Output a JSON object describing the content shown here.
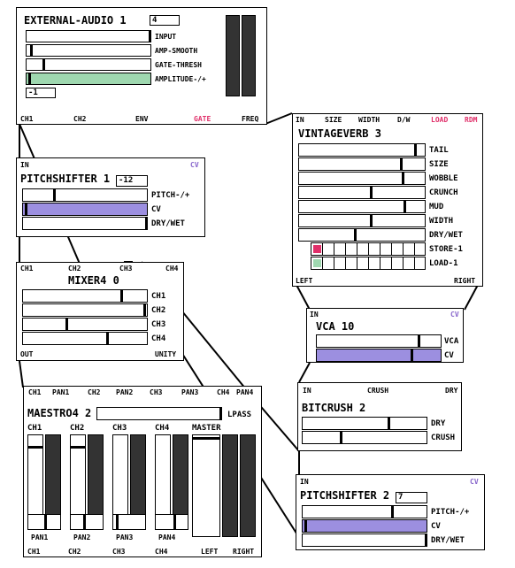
{
  "external_audio": {
    "title": "EXTERNAL-AUDIO  1",
    "number": "4",
    "number2": "-1",
    "labels": [
      "INPUT",
      "AMP-SMOOTH",
      "GATE-THRESH",
      "AMPLITUDE-/+"
    ],
    "outlets": [
      "CH1",
      "CH2",
      "ENV",
      "GATE",
      "FREQ"
    ]
  },
  "vintageverb": {
    "title": "VINTAGEVERB  3",
    "inlets": [
      "IN",
      "SIZE",
      "WIDTH",
      "D/W",
      "LOAD",
      "RDM"
    ],
    "labels": [
      "TAIL",
      "SIZE",
      "WOBBLE",
      "CRUNCH",
      "MUD",
      "WIDTH",
      "DRY/WET",
      "STORE-1",
      "LOAD-1"
    ],
    "outlets": [
      "LEFT",
      "RIGHT"
    ]
  },
  "pitchshifter1": {
    "title": "PITCHSHIFTER  1",
    "number": "-12",
    "inlets": [
      "IN",
      "CV"
    ],
    "labels": [
      "PITCH-/+",
      "CV",
      "DRY/WET"
    ]
  },
  "mixer4": {
    "title": "MIXER4  0",
    "inlets": [
      "CH1",
      "CH2",
      "CH3",
      "CH4"
    ],
    "labels": [
      "CH1",
      "CH2",
      "CH3",
      "CH4"
    ],
    "outlets": [
      "OUT",
      "UNITY"
    ]
  },
  "vca": {
    "title": "VCA  10",
    "inlets": [
      "IN",
      "CV"
    ],
    "labels": [
      "VCA",
      "CV"
    ]
  },
  "bitcrush": {
    "title": "BITCRUSH  2",
    "inlets": [
      "IN",
      "CRUSH",
      "DRY"
    ],
    "labels": [
      "DRY",
      "CRUSH"
    ]
  },
  "maestro": {
    "title": "MAESTRO4  2",
    "lpass": "LPASS",
    "inlets": [
      "CH1",
      "PAN1",
      "CH2",
      "PAN2",
      "CH3",
      "PAN3",
      "CH4",
      "PAN4"
    ],
    "channels": [
      "CH1",
      "CH2",
      "CH3",
      "CH4",
      "MASTER"
    ],
    "pans": [
      "PAN1",
      "PAN2",
      "PAN3",
      "PAN4"
    ],
    "outlets": [
      "CH1",
      "CH2",
      "CH3",
      "CH4",
      "LEFT",
      "RIGHT"
    ]
  },
  "pitchshifter2": {
    "title": "PITCHSHIFTER  2",
    "number": "7",
    "inlets": [
      "IN",
      "CV"
    ],
    "labels": [
      "PITCH-/+",
      "CV",
      "DRY/WET"
    ]
  },
  "colors": {
    "meter_green": "#9fd8b0",
    "cv_purple": "#9c8fe0",
    "accent_pink": "#e0306a"
  }
}
